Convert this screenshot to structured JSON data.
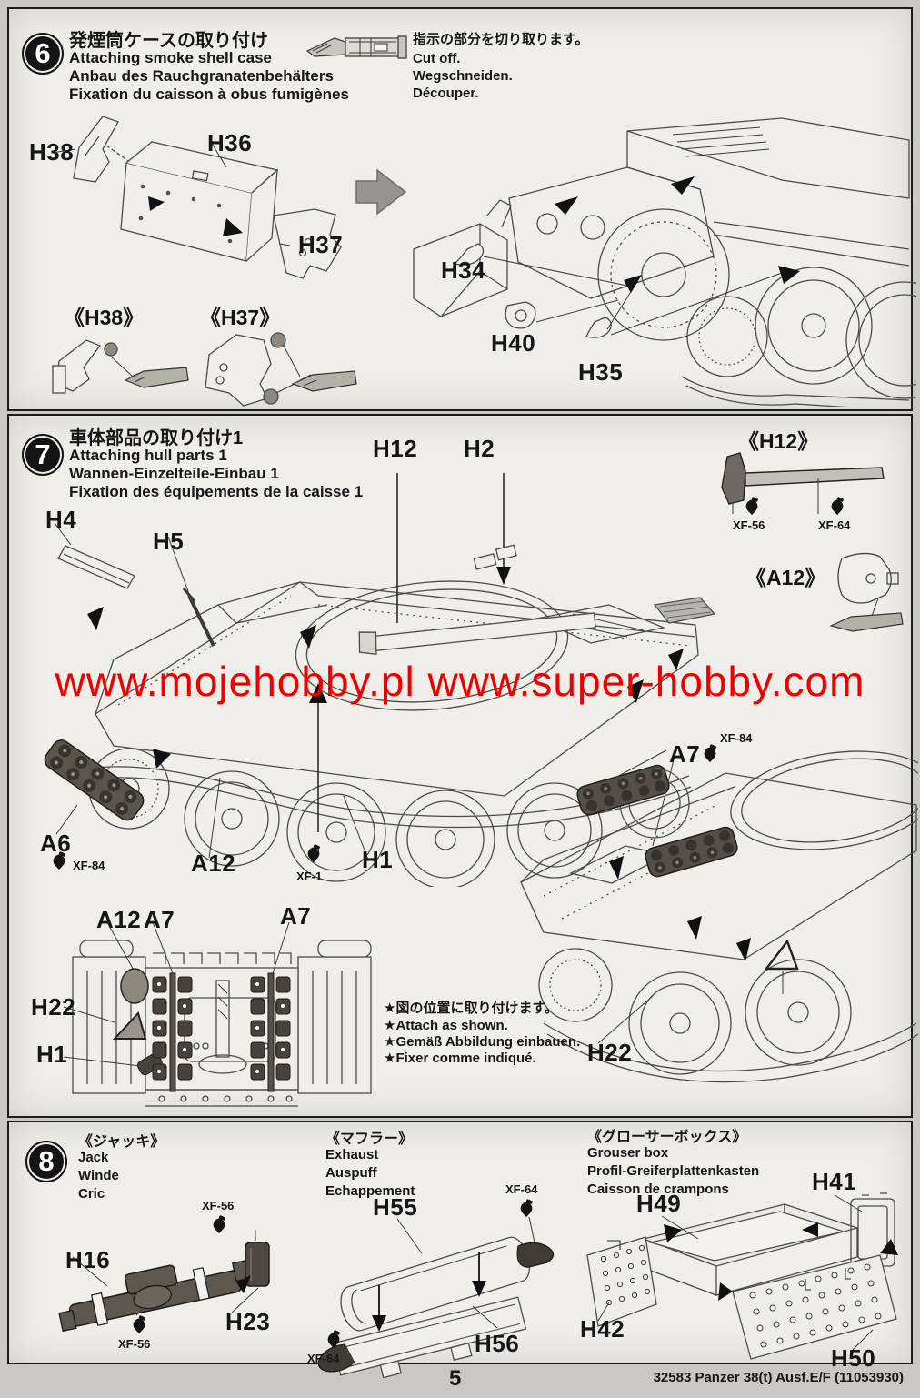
{
  "page": {
    "watermark": "www.mojehobby.pl www.super-hobby.com",
    "watermark_color": "#ee0000",
    "footer_page": "5",
    "footer_right": "32583 Panzer 38(t) Ausf.E/F (11053930)"
  },
  "step6": {
    "num": "6",
    "title_ja": "発煙筒ケースの取り付け",
    "title_en": "Attaching smoke shell case",
    "title_de": "Anbau des Rauchgranatenbehälters",
    "title_fr": "Fixation du caisson à obus fumigènes",
    "cut_ja": "指示の部分を切り取ります。",
    "cut_en": "Cut off.",
    "cut_de": "Wegschneiden.",
    "cut_fr": "Découper.",
    "h38": "H38",
    "h36": "H36",
    "h37": "H37",
    "h38_detail": "《H38》",
    "h37_detail": "《H37》",
    "h34": "H34",
    "h40": "H40",
    "h35": "H35"
  },
  "step7": {
    "num": "7",
    "title_ja": "車体部品の取り付け1",
    "title_en": "Attaching hull parts 1",
    "title_de": "Wannen-Einzelteile-Einbau 1",
    "title_fr": "Fixation des équipements de la caisse 1",
    "h12": "H12",
    "h2": "H2",
    "h4": "H4",
    "h5": "H5",
    "h12_detail": "《H12》",
    "a12_detail": "《A12》",
    "xf56": "XF-56",
    "xf64": "XF-64",
    "xf84": "XF-84",
    "xf1": "XF-1",
    "a6": "A6",
    "a12": "A12",
    "a7": "A7",
    "h1": "H1",
    "h22": "H22",
    "note_ja": "★図の位置に取り付けます。",
    "note_en": "★Attach as shown.",
    "note_de": "★Gemäß Abbildung einbauen.",
    "note_fr": "★Fixer comme indiqué."
  },
  "step8": {
    "num": "8",
    "jack_ja": "《ジャッキ》",
    "jack_en": "Jack",
    "jack_de": "Winde",
    "jack_fr": "Cric",
    "exh_ja": "《マフラー》",
    "exh_en": "Exhaust",
    "exh_de": "Auspuff",
    "exh_fr": "Echappement",
    "gro_ja": "《グローサーボックス》",
    "gro_en": "Grouser box",
    "gro_de": "Profil-Greiferplattenkasten",
    "gro_fr": "Caisson de crampons",
    "h16": "H16",
    "h23": "H23",
    "xf56": "XF-56",
    "h55": "H55",
    "h56": "H56",
    "xf64": "XF-64",
    "h49": "H49",
    "h41": "H41",
    "h42": "H42",
    "h50": "H50"
  }
}
